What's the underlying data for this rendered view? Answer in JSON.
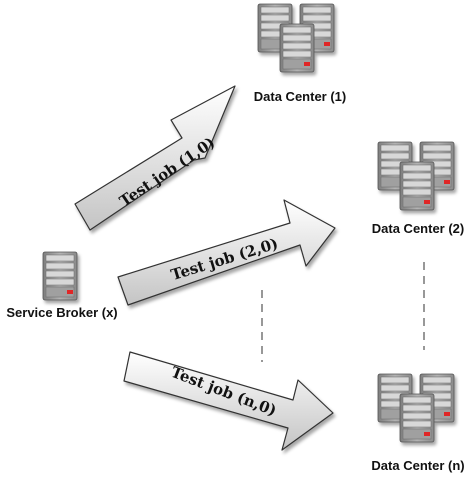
{
  "nodes": {
    "broker": {
      "label": "Service Broker (x)"
    },
    "dc1": {
      "label": "Data Center (1)"
    },
    "dc2": {
      "label": "Data Center (2)"
    },
    "dcn": {
      "label": "Data Center (n)"
    }
  },
  "arrows": {
    "a1": {
      "label": "Test job (1,0)"
    },
    "a2": {
      "label": "Test job (2,0)"
    },
    "an": {
      "label": "Test job (n,0)"
    }
  },
  "colors": {
    "server_body": "#9a9a9a",
    "server_light": "#d2d2d2",
    "server_led": "#e03030",
    "arrow_fill_start": "#ffffff",
    "arrow_fill_end": "#c8c8c8",
    "ellipsis": "#777777"
  }
}
